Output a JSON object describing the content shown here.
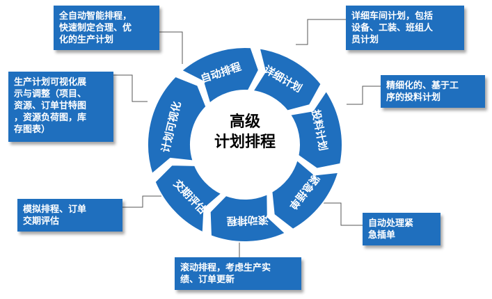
{
  "center": {
    "line1": "高级",
    "line2": "计划排程"
  },
  "segments": [
    {
      "id": "auto",
      "label": "自动排程"
    },
    {
      "id": "detail",
      "label": "详细计划"
    },
    {
      "id": "release",
      "label": "投料计划"
    },
    {
      "id": "urgent",
      "label": "紧急插单"
    },
    {
      "id": "rolling",
      "label": "滚动排程"
    },
    {
      "id": "delivery",
      "label": "交期评估"
    },
    {
      "id": "visual",
      "label": "计划可视化"
    }
  ],
  "callouts": {
    "auto": [
      "全自动智能排程，",
      "快速制定合理、优",
      "化的生产计划"
    ],
    "detail": [
      "详细车间计划，包括",
      "设备、工装、班组人",
      "员计划"
    ],
    "release": [
      "精细化的、基于工",
      "序的投料计划"
    ],
    "visual": [
      "生产计划可视化展",
      "示与调整（项目、",
      "资源、订单甘特图",
      "，资源负荷图，库",
      "存图表）"
    ],
    "delivery": [
      "模拟排程、订单",
      "交期评估"
    ],
    "urgent": [
      "自动处理紧",
      "急插单"
    ],
    "rolling": [
      "滚动排程，考虑生产实",
      "绩、订单更新"
    ]
  },
  "colors": {
    "ring": "#1f6fbe",
    "box": "#1f6fbe",
    "text": "#ffffff",
    "center_text": "#000000"
  }
}
